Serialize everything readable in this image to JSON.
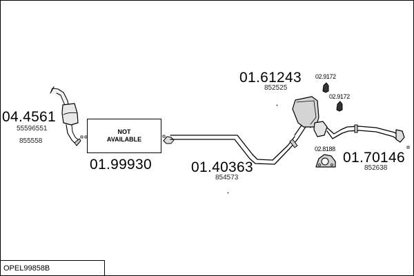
{
  "diagram": {
    "reference": "OPEL99858B",
    "not_available": {
      "line1": "NOT",
      "line2": "AVAILABLE"
    },
    "parts": {
      "catalyst": {
        "part_no": "04.4561",
        "oe1": "55596551",
        "oe2": "855558"
      },
      "front_pipe": {
        "part_no": "01.99930"
      },
      "middle_pipe": {
        "part_no": "01.40363",
        "oe": "854573"
      },
      "centre_silencer": {
        "part_no": "01.61243",
        "oe": "852525"
      },
      "rear_silencer": {
        "part_no": "01.70146",
        "oe": "852638"
      },
      "hanger_a": {
        "part_no": "02.9172"
      },
      "hanger_b": {
        "part_no": "02.9172"
      },
      "mounting": {
        "part_no": "02.8188"
      }
    }
  }
}
